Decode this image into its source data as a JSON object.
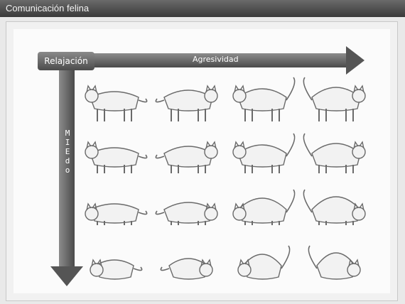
{
  "window": {
    "title": "Comunicación felina"
  },
  "diagram": {
    "origin_label": "Relajación",
    "horizontal_axis_label": "Agresividad",
    "vertical_axis_label": "M\nI\nE\nd\no",
    "grid": {
      "rows": 4,
      "columns": 4
    }
  }
}
